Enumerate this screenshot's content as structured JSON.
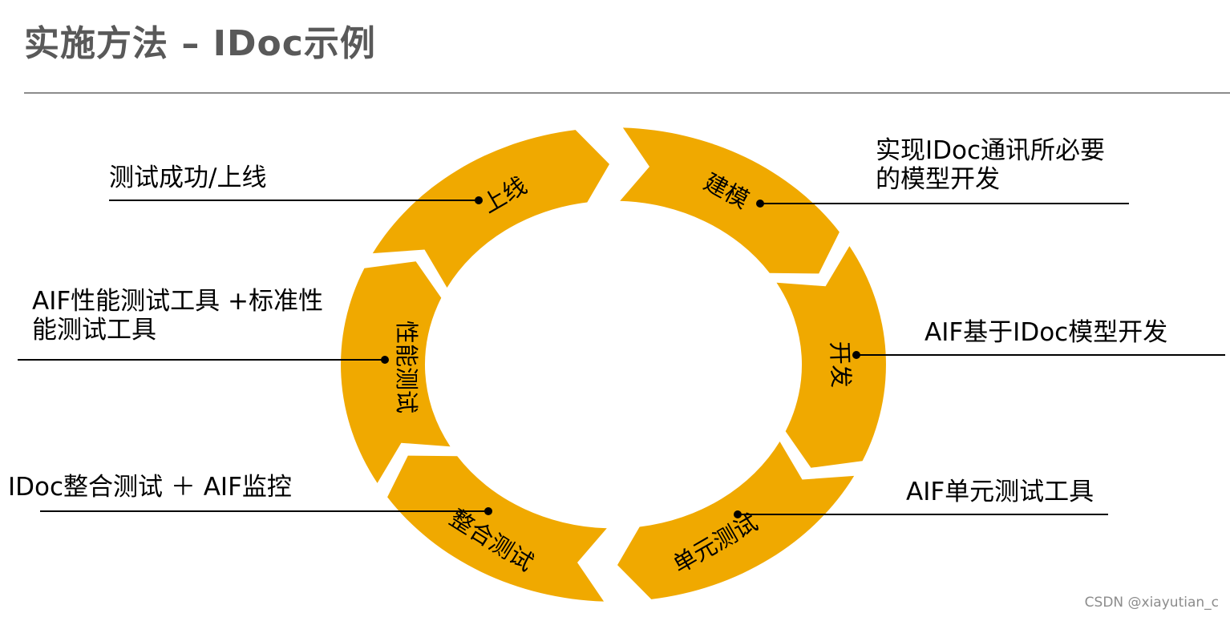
{
  "title": "实施方法  – IDoc示例",
  "colors": {
    "segment": "#F0A900",
    "line": "#000000",
    "rule": "#8c8c8c"
  },
  "cycle": {
    "stages": [
      {
        "name": "建模",
        "annotation": [
          "实现IDoc通讯所必要",
          "的模型开发"
        ]
      },
      {
        "name": "开发",
        "annotation": [
          "AIF基于IDoc模型开发"
        ]
      },
      {
        "name": "单元测试",
        "annotation": [
          "AIF单元测试工具"
        ]
      },
      {
        "name": "整合测试",
        "annotation": [
          "IDoc整合测试 ＋ AIF监控"
        ]
      },
      {
        "name": "性能测试",
        "annotation": [
          "AIF性能测试工具 +标准性",
          "能测试工具"
        ]
      },
      {
        "name": "上线",
        "annotation": [
          "测试成功/上线"
        ]
      }
    ]
  },
  "watermark": "CSDN @xiayutian_c"
}
